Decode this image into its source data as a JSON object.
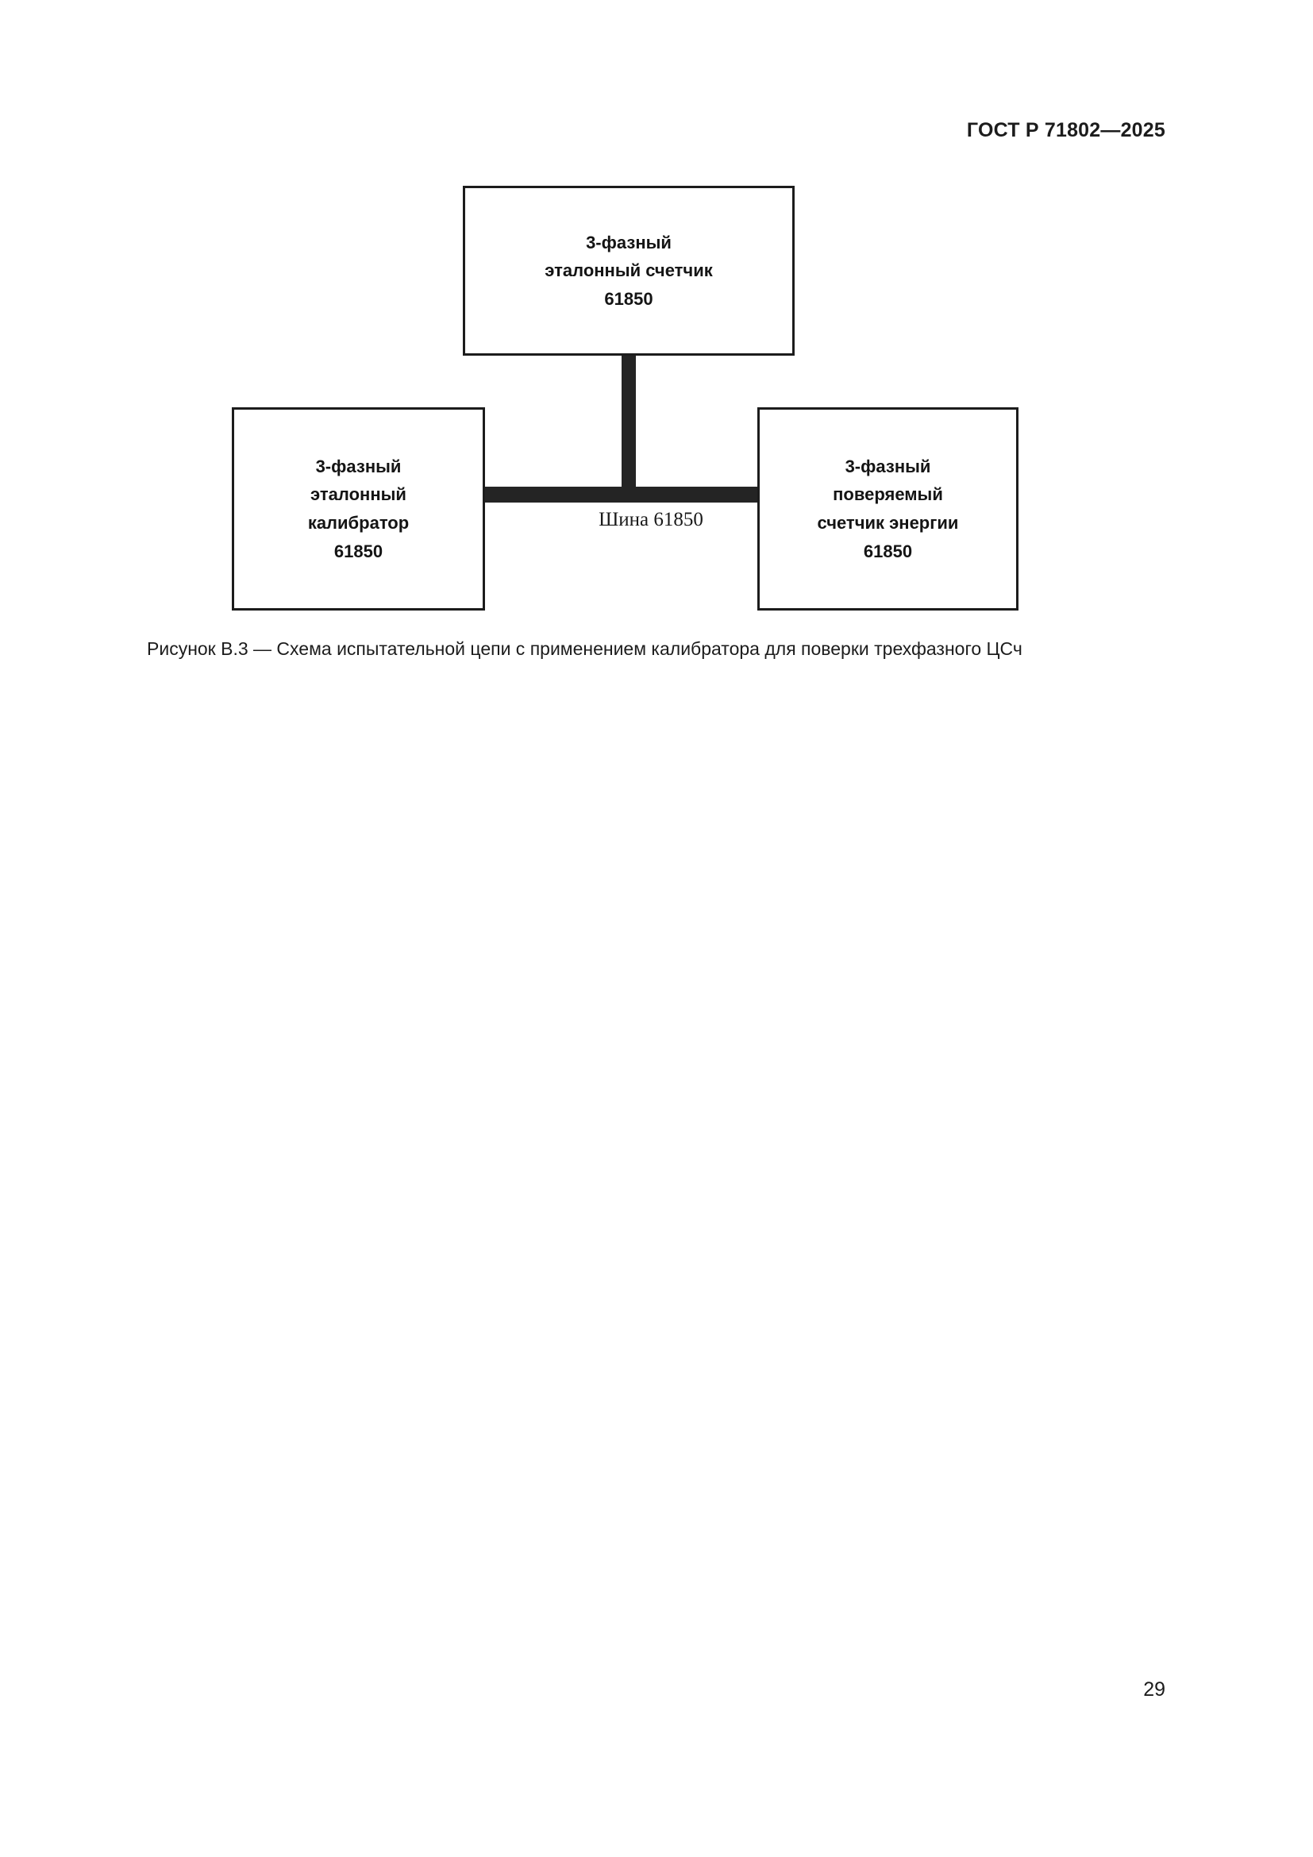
{
  "document": {
    "running_head": "ГОСТ Р 71802—2025",
    "page_number": "29"
  },
  "figure": {
    "caption": "Рисунок В.3 — Схема испытательной цепи с применением калибратора для поверки трехфазного ЦСч",
    "bus_label": "Шина 61850",
    "nodes": {
      "reference_meter": {
        "line1": "3-фазный",
        "line2": "эталонный счетчик",
        "line3": "61850"
      },
      "calibrator": {
        "line1": "3-фазный",
        "line2": "эталонный",
        "line3": "калибратор",
        "line4": "61850"
      },
      "meter_under_test": {
        "line1": "3-фазный",
        "line2": "поверяемый",
        "line3": "счетчик энергии",
        "line4": "61850"
      }
    }
  },
  "colors": {
    "ink": "#1c1c1c",
    "bus": "#242424",
    "paper": "#ffffff"
  }
}
